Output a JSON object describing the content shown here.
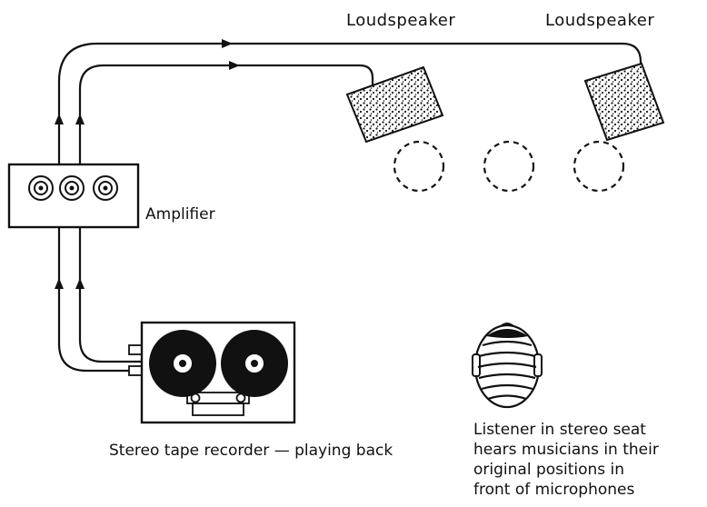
{
  "labels": {
    "loudspeaker_left": "Loudspeaker",
    "loudspeaker_right": "Loudspeaker",
    "amplifier": "Amplifier",
    "tape_recorder": "Stereo tape recorder — playing back",
    "listener_lines": [
      "Listener in stereo seat",
      "hears musicians in their",
      "original positions in",
      "front of microphones"
    ]
  },
  "colors": {
    "ink": "#111111",
    "paper": "#ffffff"
  },
  "icons": {
    "amplifier_knobs": [
      "knob-icon",
      "knob-icon",
      "knob-icon"
    ],
    "reels": [
      "tape-reel-icon",
      "tape-reel-icon"
    ],
    "listener": "listener-head-icon",
    "musician_positions": [
      "dashed-circle-icon",
      "dashed-circle-icon",
      "dashed-circle-icon"
    ]
  }
}
